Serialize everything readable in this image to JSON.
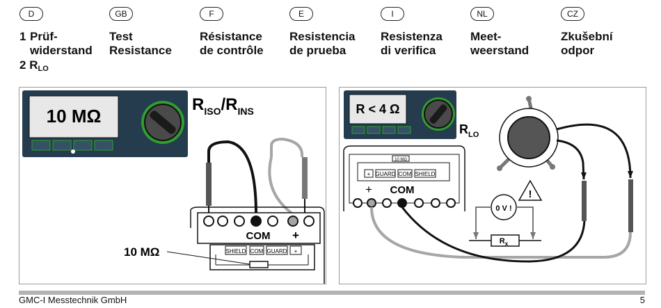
{
  "languages": [
    {
      "code": "D",
      "term": "Prüf-\nwiderstand"
    },
    {
      "code": "GB",
      "term": "Test\nResistance"
    },
    {
      "code": "F",
      "term": "Résistance\nde contrôle"
    },
    {
      "code": "E",
      "term": "Resistencia\nde prueba"
    },
    {
      "code": "I",
      "term": "Resistenza\ndi verifica"
    },
    {
      "code": "NL",
      "term": "Meet-\nweerstand"
    },
    {
      "code": "CZ",
      "term": "Zkušební\nodpor"
    }
  ],
  "item_numbers": {
    "first": "1",
    "second": "2"
  },
  "rlo_label": {
    "main": "R",
    "sub": "LO"
  },
  "left_panel": {
    "display": "10 MΩ",
    "title_r1": "R",
    "title_s1": "ISO",
    "slash": "/",
    "title_r2": "R",
    "title_s2": "INS",
    "com_label": "COM",
    "plus_label": "+",
    "resistor_label": "10 MΩ",
    "terminals": [
      "SHIELD",
      "COM",
      "GUARD",
      "+"
    ]
  },
  "right_panel": {
    "display": "R < 4 Ω",
    "rlo_main": "R",
    "rlo_sub": "LO",
    "plus_label": "+",
    "com_label": "COM",
    "terminals": [
      "+",
      "GUARD",
      "COM",
      "SHIELD"
    ],
    "plate_label": "10 MΩ",
    "voltage_label": "0 V !",
    "warning_symbol": "!",
    "rx_main": "R",
    "rx_sub": "x"
  },
  "footer": {
    "company": "GMC-I Messtechnik GmbH",
    "page": "5"
  },
  "colors": {
    "device": "#243c4d",
    "screen": "#e8e8e8",
    "accent_green": "#2f9e2f",
    "lead_gray": "#a6a6a6"
  }
}
